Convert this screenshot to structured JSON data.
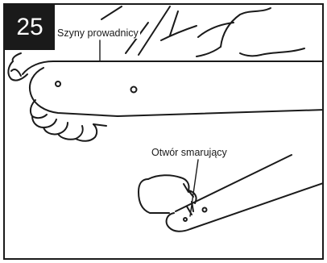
{
  "step": {
    "number": "25"
  },
  "labels": {
    "guide_bar_rails": "Szyny prowadnicy",
    "oil_hole": "Otwór smarujący"
  },
  "colors": {
    "ink": "#1a1a1a",
    "paper": "#ffffff"
  }
}
